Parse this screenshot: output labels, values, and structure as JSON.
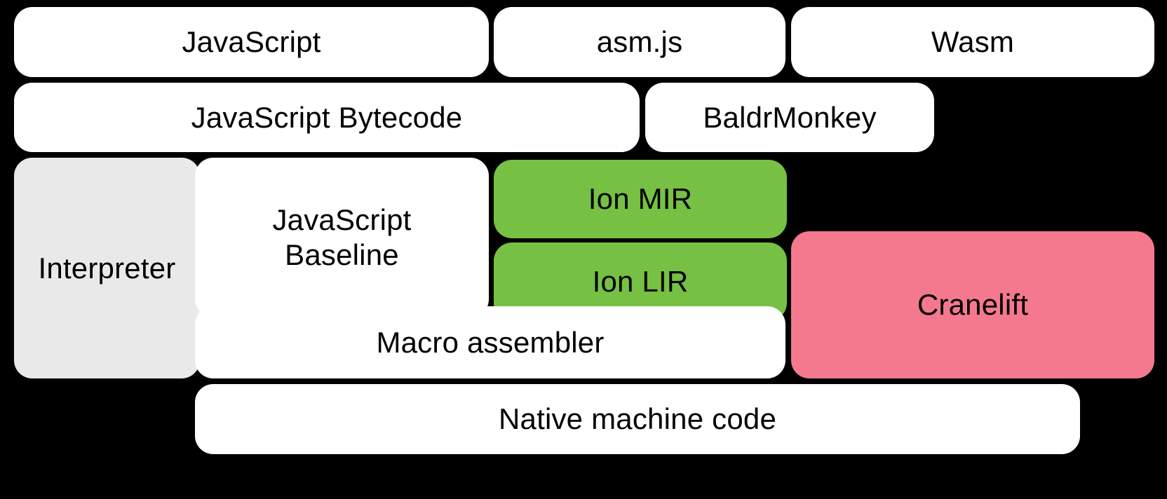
{
  "diagram": {
    "title": "SpiderMonkey compilation pipeline",
    "background_color": "#000000",
    "palette": {
      "white": "#ffffff",
      "gray": "#e9e9e9",
      "green": "#76c043",
      "pink": "#f4798f",
      "text": "#000000"
    },
    "nodes": [
      {
        "id": "javascript",
        "label": "JavaScript",
        "fill": "white",
        "row": 1
      },
      {
        "id": "asmjs",
        "label": "asm.js",
        "fill": "white",
        "row": 1
      },
      {
        "id": "wasm",
        "label": "Wasm",
        "fill": "white",
        "row": 1
      },
      {
        "id": "javascript-bytecode",
        "label": "JavaScript Bytecode",
        "fill": "white",
        "row": 2
      },
      {
        "id": "baldrmonkey",
        "label": "BaldrMonkey",
        "fill": "white",
        "row": 2
      },
      {
        "id": "interpreter",
        "label": "Interpreter",
        "fill": "gray",
        "row": 3
      },
      {
        "id": "javascript-baseline",
        "label": "JavaScript\nBaseline",
        "fill": "white",
        "row": 3
      },
      {
        "id": "ion-mir",
        "label": "Ion MIR",
        "fill": "green",
        "row": 3
      },
      {
        "id": "ion-lir",
        "label": "Ion LIR",
        "fill": "green",
        "row": 3
      },
      {
        "id": "cranelift",
        "label": "Cranelift",
        "fill": "pink",
        "row": 3
      },
      {
        "id": "macro-assembler",
        "label": "Macro assembler",
        "fill": "white",
        "row": 4
      },
      {
        "id": "native-machine-code",
        "label": "Native machine code",
        "fill": "white",
        "row": 5
      }
    ]
  }
}
